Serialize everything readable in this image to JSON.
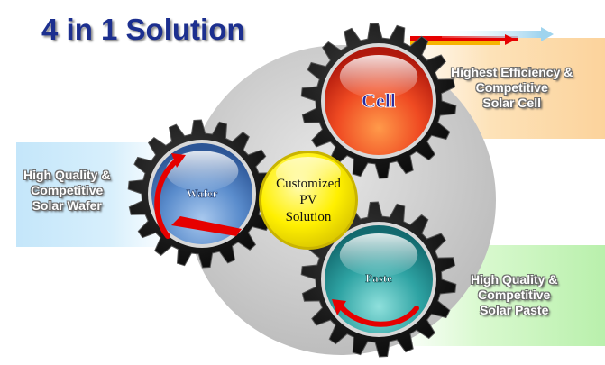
{
  "title": "4 in 1 Solution",
  "center": {
    "lines": [
      "Customized",
      "PV",
      "Solution"
    ]
  },
  "gears": {
    "cell": {
      "label": "Cell",
      "caption": [
        "Highest Efficiency &",
        "Competitive",
        "Solar Cell"
      ]
    },
    "wafer": {
      "label": "Wafer",
      "caption": [
        "High Quality &",
        "Competitive",
        "Solar Wafer"
      ]
    },
    "paste": {
      "label": "Paste",
      "caption": [
        "High Quality &",
        "Competitive",
        "Solar Paste"
      ]
    }
  },
  "colors": {
    "title": "#1c2f8f",
    "cell": "#e63c1e",
    "wafer": "#3f6fb0",
    "paste": "#1f8f8f",
    "center": "#ffef00",
    "arrow": "#e60000",
    "cell_band": "#fcd9a6",
    "wafer_band": "#bfe2f7",
    "paste_band": "#bff2b5"
  }
}
